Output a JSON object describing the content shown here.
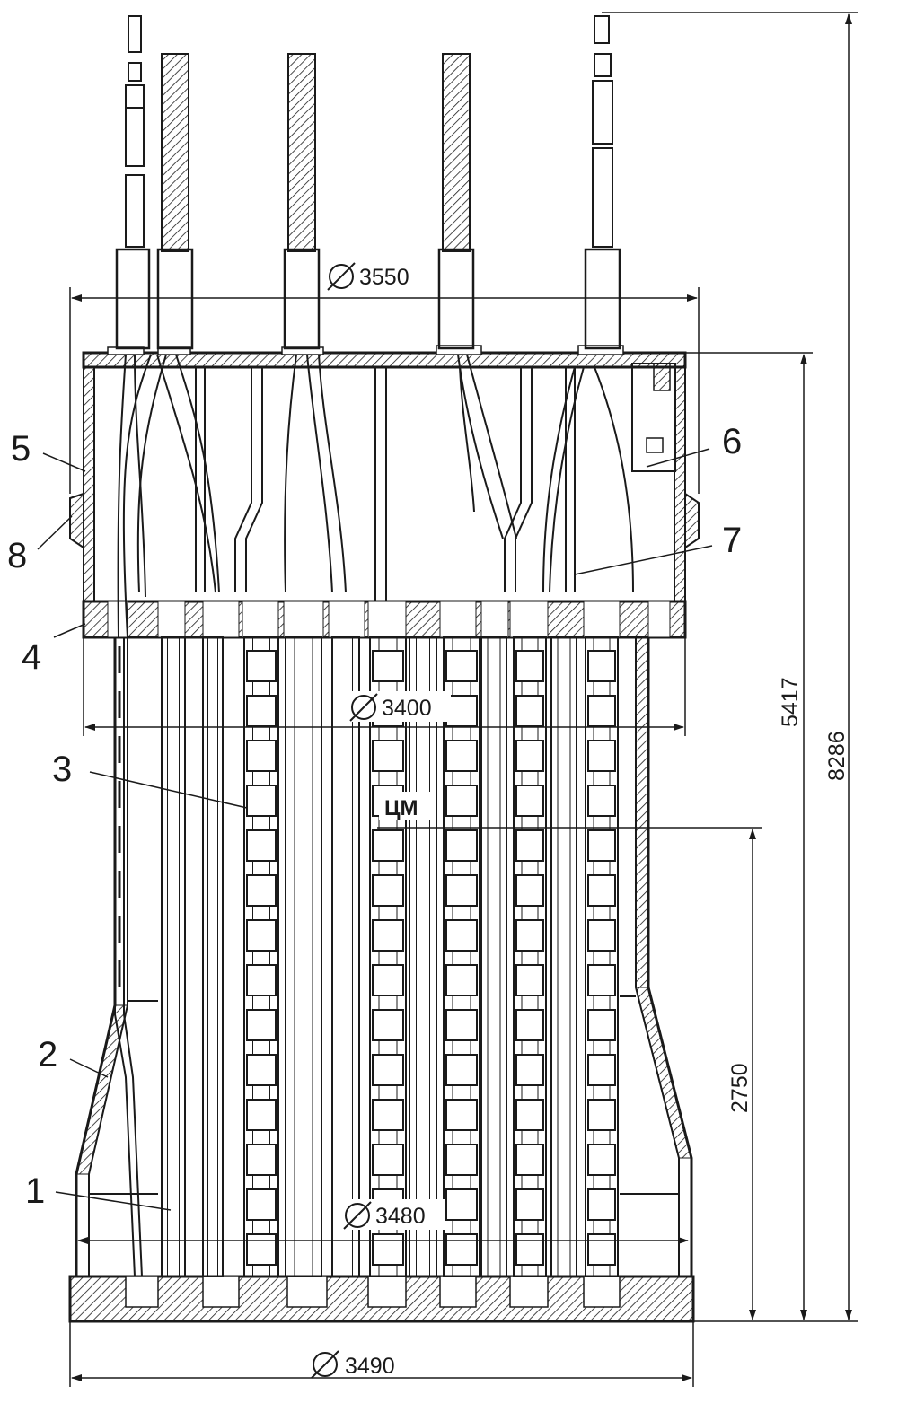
{
  "callouts": {
    "c1": "1",
    "c2": "2",
    "c3": "3",
    "c4": "4",
    "c5": "5",
    "c6": "6",
    "c7": "7",
    "c8": "8"
  },
  "dimensions": {
    "top_diameter": "3550",
    "middle_diameter": "3400",
    "lower_diameter": "3480",
    "base_diameter": "3490",
    "body_height": "5417",
    "overall_height": "8286",
    "center_mass_height": "2750"
  },
  "center_mass_label": "ЦМ",
  "colors": {
    "line": "#1a1a1a",
    "background": "#ffffff",
    "hatch": "#1a1a1a"
  },
  "symbols": {
    "diameter": "diameter-symbol"
  }
}
